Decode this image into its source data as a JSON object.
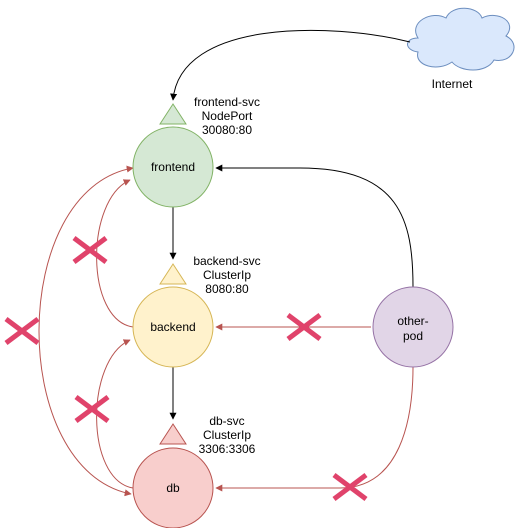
{
  "internet": {
    "label": "Internet"
  },
  "nodes": {
    "frontend": {
      "label": "frontend"
    },
    "backend": {
      "label": "backend"
    },
    "db": {
      "label": "db"
    },
    "other_pod": {
      "label_line1": "other-",
      "label_line2": "pod"
    }
  },
  "services": {
    "frontend": {
      "name": "frontend-svc",
      "type": "NodePort",
      "ports": "30080:80"
    },
    "backend": {
      "name": "backend-svc",
      "type": "ClusterIp",
      "ports": "8080:80"
    },
    "db": {
      "name": "db-svc",
      "type": "ClusterIp",
      "ports": "3306:3306"
    }
  },
  "colors": {
    "frontend_fill": "#d5e8d4",
    "frontend_stroke": "#82b366",
    "backend_fill": "#fff2cc",
    "backend_stroke": "#d6b656",
    "db_fill": "#f8cecc",
    "db_stroke": "#b85450",
    "other_fill": "#e1d5e7",
    "other_stroke": "#9673a6",
    "cloud_fill": "#dae8fc",
    "cloud_stroke": "#6c8ebf",
    "allowed_edge": "#000000",
    "blocked_edge": "#b85450",
    "blocked_mark": "#e0436b"
  }
}
